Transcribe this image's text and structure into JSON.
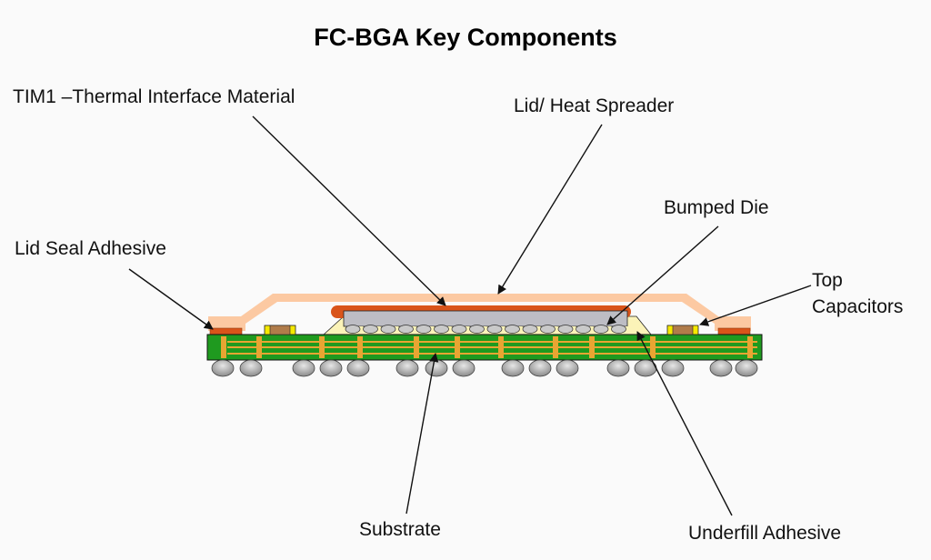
{
  "title": "FC-BGA Key Components",
  "labels": {
    "tim1": "TIM1 –Thermal Interface Material",
    "lid": "Lid/ Heat Spreader",
    "bumped_die": "Bumped Die",
    "lid_seal": "Lid Seal Adhesive",
    "top_caps_line1": "Top",
    "top_caps_line2": "Capacitors",
    "substrate": "Substrate",
    "underfill": "Underfill Adhesive"
  },
  "colors": {
    "background": "#fafafa",
    "lid": "#fcc9a2",
    "tim": "#d9541a",
    "die": "#bdbdc4",
    "underfill": "#fbf3b8",
    "substrate": "#1f9a1f",
    "traces": "#e8a532",
    "capacitor_body": "#b07c4a",
    "capacitor_terminal": "#f5e800",
    "solder_ball": "#a9a9a9"
  }
}
